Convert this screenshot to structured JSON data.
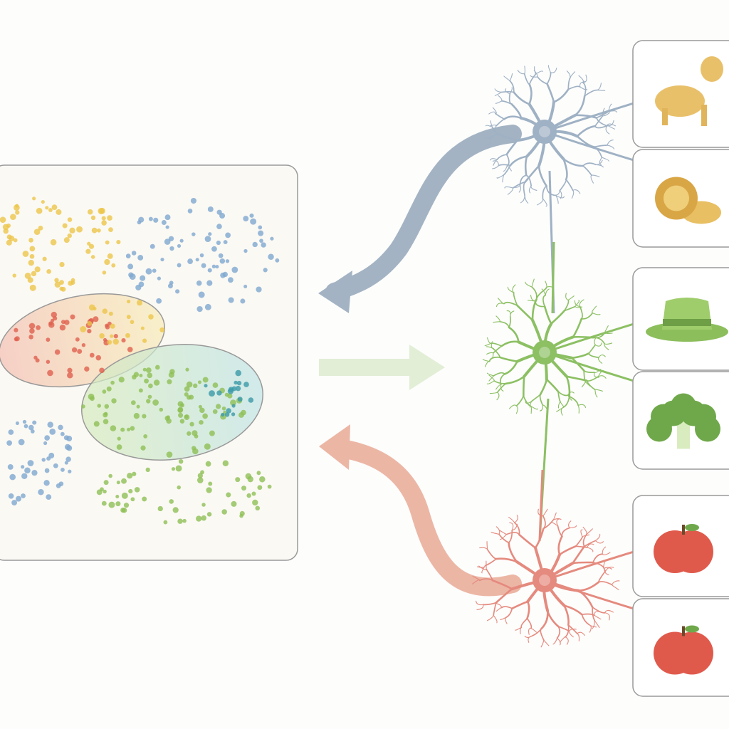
{
  "colors": {
    "background": "#fdfdfc",
    "panel": "#fbf9f4",
    "panel_border": "#9a9a9a",
    "blue": "#9fb1c4",
    "green": "#8cc063",
    "red": "#e58a7e",
    "yellow": "#f0cf5a",
    "dot_blue": "#7fa8cf",
    "dot_green": "#8fbf55",
    "dot_red": "#e0604f",
    "dot_yellow": "#ecc64a",
    "dot_teal": "#3b9aa8"
  },
  "neurons": [
    {
      "color": "blue",
      "icons": [
        "dog-icon",
        "lion-dog-icon"
      ]
    },
    {
      "color": "green",
      "icons": [
        "green-hat-icon",
        "broccoli-icon"
      ]
    },
    {
      "color": "red",
      "icons": [
        "apple-icon",
        "tomato-icon"
      ]
    }
  ],
  "arrows": [
    {
      "color": "blue",
      "direction": "to-panel"
    },
    {
      "color": "green",
      "direction": "to-neuron"
    },
    {
      "color": "red",
      "direction": "to-panel"
    }
  ]
}
